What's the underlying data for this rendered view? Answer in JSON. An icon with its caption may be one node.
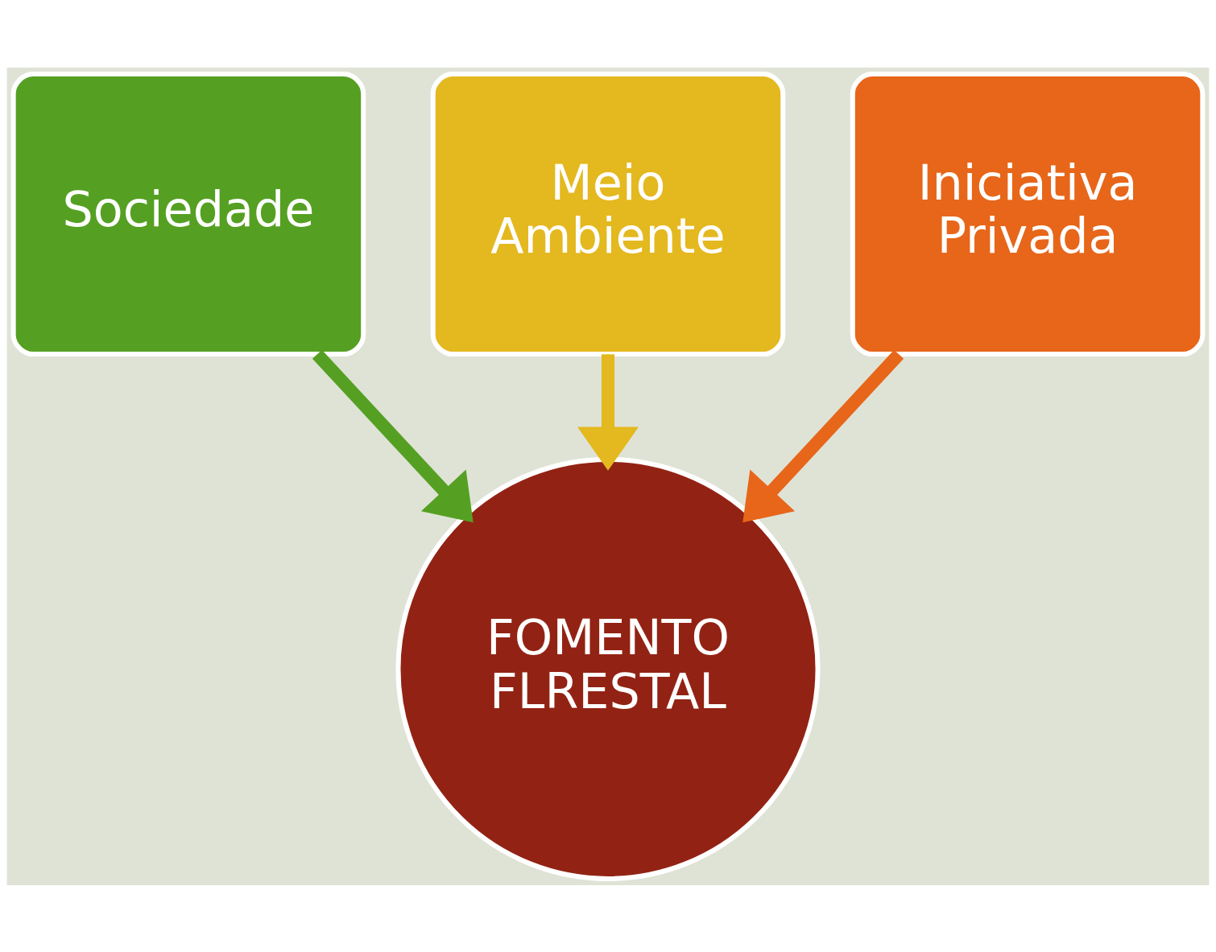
{
  "diagram": {
    "nodes": [
      {
        "text": [
          "Sociedade"
        ]
      },
      {
        "text": [
          "Meio Ambiente"
        ]
      },
      {
        "text": [
          "Iniciativa Privada"
        ]
      },
      {
        "text": [
          "FOMENTO FLRESTAL"
        ]
      }
    ],
    "edges": [
      {
        "from": 0,
        "to": 3,
        "arrow": "to",
        "color": "#55a022"
      },
      {
        "from": 1,
        "to": 3,
        "arrow": "to",
        "color": "#e4b81f"
      },
      {
        "from": 2,
        "to": 3,
        "arrow": "to",
        "color": "#e7661a"
      }
    ]
  }
}
